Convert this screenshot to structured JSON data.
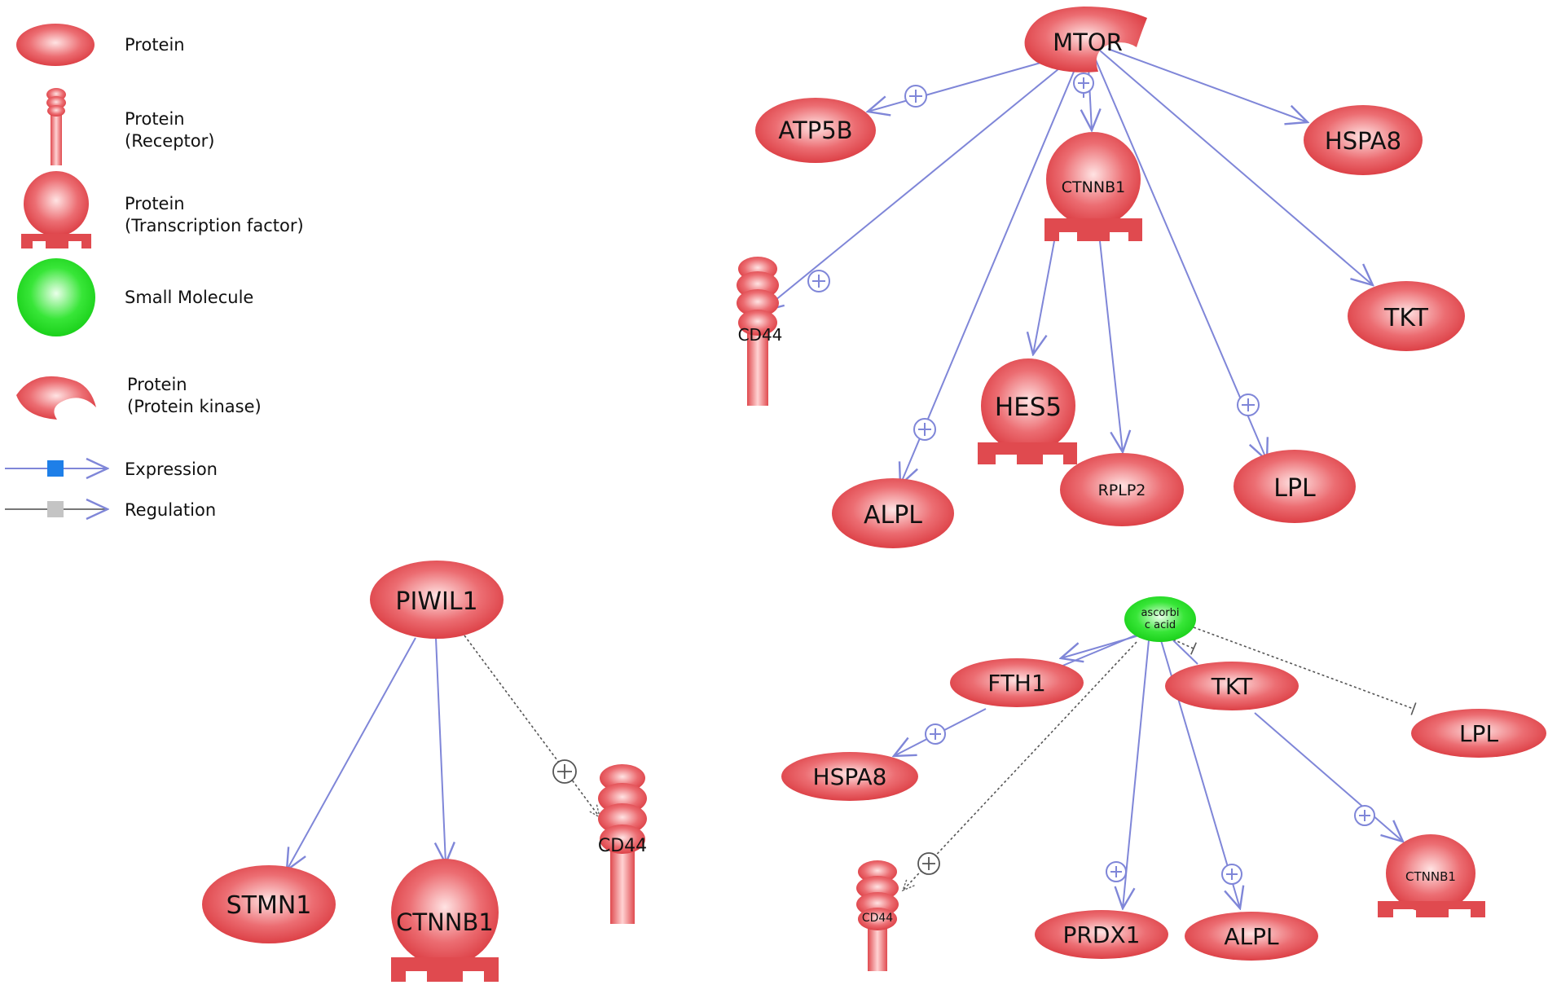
{
  "legend": {
    "protein": "Protein",
    "receptor_1": "Protein",
    "receptor_2": "(Receptor)",
    "tf_1": "Protein",
    "tf_2": "(Transcription factor)",
    "small_molecule": "Small Molecule",
    "kinase_1": "Protein",
    "kinase_2": "(Protein kinase)",
    "expression": "Expression",
    "regulation": "Regulation"
  },
  "network1": {
    "mtor": "MTOR",
    "atp5b": "ATP5B",
    "ctnnb1": "CTNNB1",
    "hspa8": "HSPA8",
    "cd44": "CD44",
    "tkt": "TKT",
    "hes5": "HES5",
    "alpl": "ALPL",
    "rplp2": "RPLP2",
    "lpl": "LPL"
  },
  "network2": {
    "piwil1": "PIWIL1",
    "stmn1": "STMN1",
    "ctnnb1": "CTNNB1",
    "cd44": "CD44"
  },
  "network3": {
    "ascorbic_1": "ascorbi",
    "ascorbic_2": "c acid",
    "fth1": "FTH1",
    "tkt": "TKT",
    "lpl": "LPL",
    "hspa8": "HSPA8",
    "cd44": "CD44",
    "prdx1": "PRDX1",
    "alpl": "ALPL",
    "ctnnb1": "CTNNB1"
  },
  "colors": {
    "node_red": "#e04a4f",
    "node_light": "#ffd6d6",
    "small_molecule": "#22e022",
    "edge_blue": "#7f86d8",
    "edge_gray": "#555555",
    "legend_square_blue": "#1e7fe8",
    "legend_square_gray": "#c4c4c4"
  }
}
